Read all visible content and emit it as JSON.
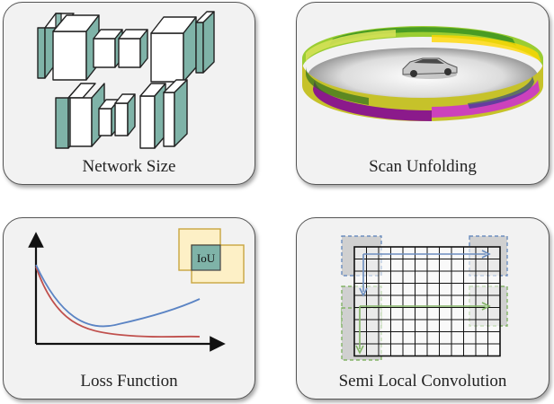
{
  "panels": [
    {
      "caption": "Network Size"
    },
    {
      "caption": "Scan Unfolding"
    },
    {
      "caption": "Loss Function"
    },
    {
      "caption": "Semi Local Convolution"
    }
  ],
  "iou_label": "IoU",
  "colors": {
    "card_bg": "#f2f2f2",
    "card_border": "#555555",
    "teal": "#7fb3a8",
    "loss_blue": "#5b84c4",
    "loss_red": "#c0504d",
    "iou_fill": "#fdf0c6",
    "iou_border": "#c9a640",
    "conv_blue": "#6c8ebf",
    "conv_green": "#82b366"
  }
}
